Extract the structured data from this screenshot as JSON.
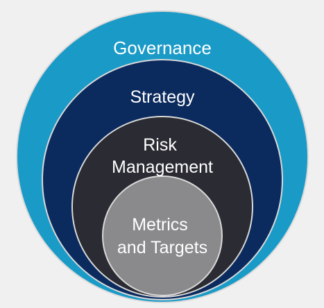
{
  "diagram": {
    "layers": [
      {
        "id": "governance",
        "lines": [
          "Governance"
        ],
        "color": "#1a9ac7"
      },
      {
        "id": "strategy",
        "lines": [
          "Strategy"
        ],
        "color": "#0b2a5e"
      },
      {
        "id": "risk-management",
        "lines": [
          "Risk",
          "Management"
        ],
        "color": "#2b2c33"
      },
      {
        "id": "metrics-and-targets",
        "lines": [
          "Metrics",
          "and Targets"
        ],
        "color": "#8a8a8c"
      }
    ],
    "ring_stroke_color": "#d9d9d9",
    "background": "#f0f0f0"
  }
}
